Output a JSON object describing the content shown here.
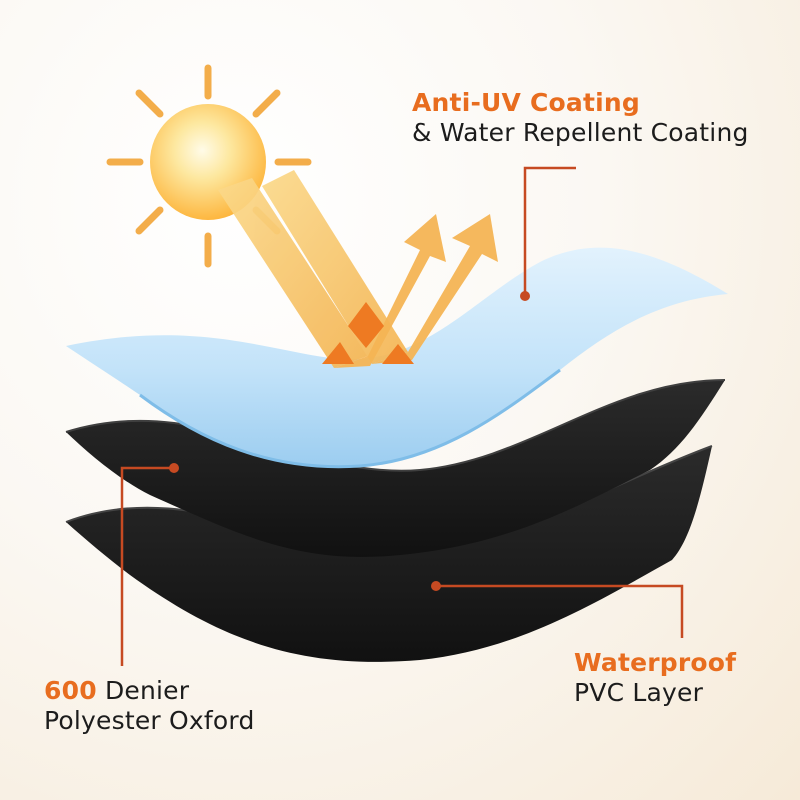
{
  "labels": {
    "top": {
      "highlight": "Anti-UV Coating",
      "rest": "& Water Repellent Coating"
    },
    "left": {
      "highlight": "600",
      "rest_line1": " Denier",
      "line2": "Polyester Oxford"
    },
    "right": {
      "highlight": "Waterproof",
      "rest": "PVC Layer"
    }
  },
  "colors": {
    "accent": "#e86d1f",
    "leader_line": "#c64a22",
    "sun": "#fdb740",
    "ray": "#f7c15c",
    "uv_coating": "#b6dcf7",
    "fabric_layer": "#1b1b1b"
  },
  "icons": [
    "sun-icon",
    "reflect-arrow-icon"
  ]
}
